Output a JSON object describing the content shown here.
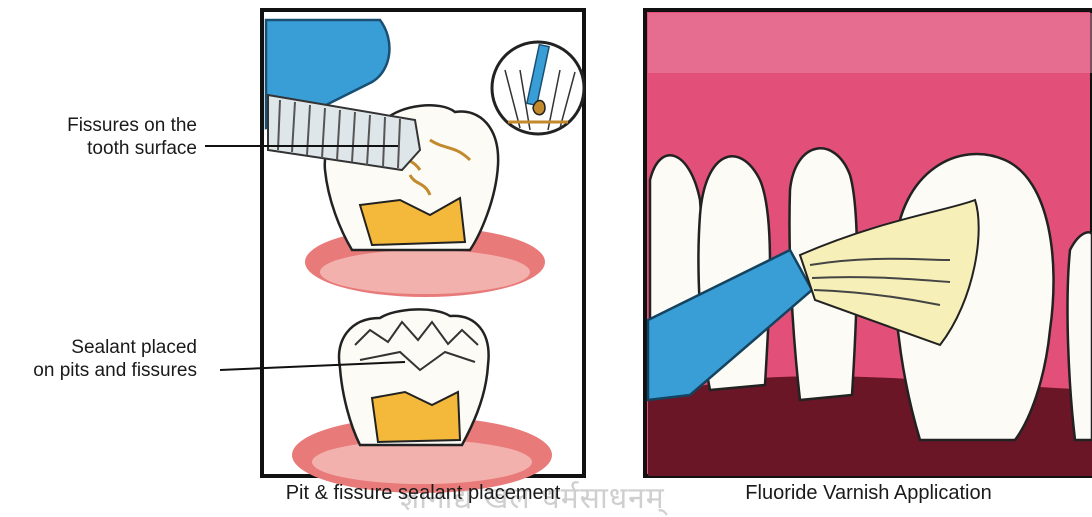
{
  "left_panel": {
    "callout_1": {
      "line1": "Fissures on the",
      "line2": "tooth surface"
    },
    "callout_2": {
      "line1": "Sealant placed",
      "line2": "on pits and fissures"
    },
    "caption": "Pit & fissure sealant placement"
  },
  "right_panel": {
    "caption": "Fluoride Varnish Application"
  },
  "watermark": "ज्ञानाद्यं खल धर्मसाधनम्",
  "colors": {
    "gum_pink": "#e2507a",
    "tooth_white": "#fdfbf5",
    "brush_blue": "#3a9ed6",
    "pulp_yellow": "#f4b93a",
    "gingiva_red": "#e97a7a"
  }
}
